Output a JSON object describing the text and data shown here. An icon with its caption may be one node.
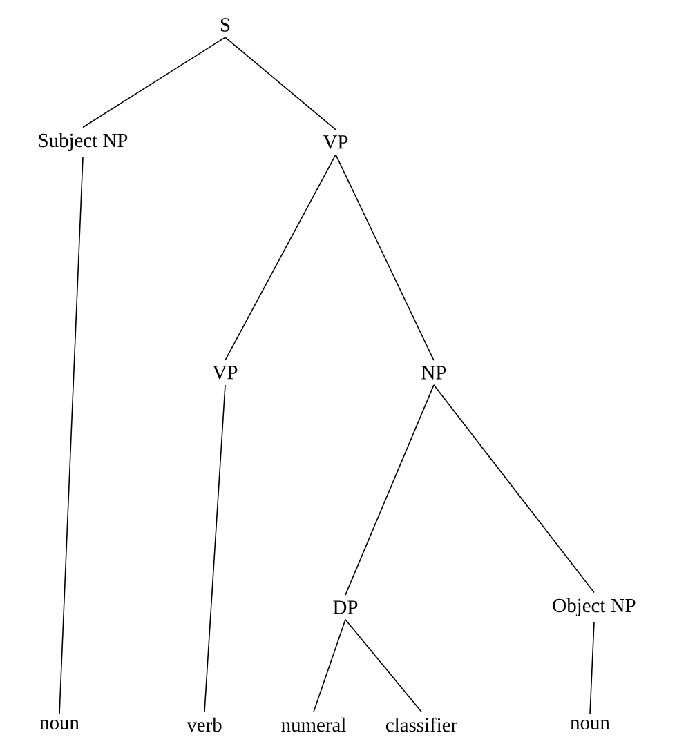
{
  "diagram": {
    "nodes": [
      {
        "text": [
          "S"
        ]
      },
      {
        "text": [
          "Subject NP"
        ]
      },
      {
        "text": [
          "VP"
        ]
      },
      {
        "text": [
          "VP"
        ]
      },
      {
        "text": [
          "NP"
        ]
      },
      {
        "text": [
          "DP"
        ]
      },
      {
        "text": [
          "Object NP"
        ]
      },
      {
        "text": [
          "noun"
        ]
      },
      {
        "text": [
          "verb"
        ]
      },
      {
        "text": [
          "numeral"
        ]
      },
      {
        "text": [
          "classifier"
        ]
      },
      {
        "text": [
          "noun"
        ]
      }
    ],
    "edges": [
      {
        "from": 0,
        "to": 1,
        "arrow": "none"
      },
      {
        "from": 0,
        "to": 2,
        "arrow": "none"
      },
      {
        "from": 2,
        "to": 3,
        "arrow": "none"
      },
      {
        "from": 2,
        "to": 4,
        "arrow": "none"
      },
      {
        "from": 1,
        "to": 7,
        "arrow": "none"
      },
      {
        "from": 3,
        "to": 8,
        "arrow": "none"
      },
      {
        "from": 4,
        "to": 5,
        "arrow": "none"
      },
      {
        "from": 4,
        "to": 6,
        "arrow": "none"
      },
      {
        "from": 5,
        "to": 9,
        "arrow": "none"
      },
      {
        "from": 5,
        "to": 10,
        "arrow": "none"
      },
      {
        "from": 6,
        "to": 11,
        "arrow": "none"
      }
    ]
  }
}
